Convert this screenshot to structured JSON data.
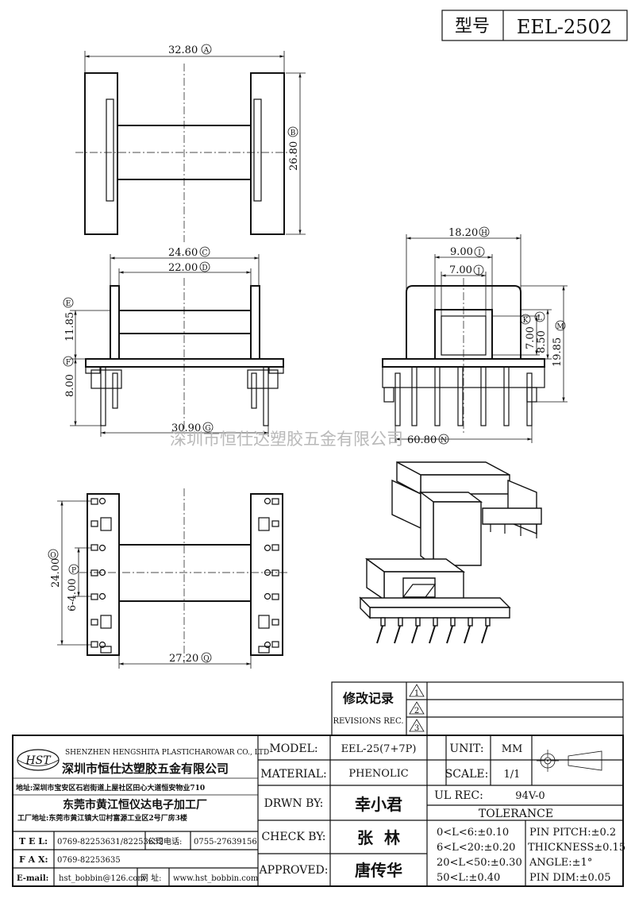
{
  "header": {
    "model_label": "型号",
    "model_value": "EEL-2502"
  },
  "dimensions": {
    "top_width": "32.80",
    "top_width_tag": "A",
    "top_height": "26.80",
    "top_height_tag": "B",
    "front_outer": "24.60",
    "front_outer_tag": "C",
    "front_inner": "22.00",
    "front_inner_tag": "D",
    "front_h1": "11.85",
    "front_h1_tag": "E",
    "front_h2": "8.00",
    "front_h2_tag": "F",
    "front_base": "30.90",
    "front_base_tag": "G",
    "side_outer": "18.20",
    "side_outer_tag": "H",
    "side_mid": "9.00",
    "side_mid_tag": "I",
    "side_inner": "7.00",
    "side_inner_tag": "J",
    "side_core_h": "7.00",
    "side_core_h_tag": "K",
    "side_h1": "8.50",
    "side_h1_tag": "L",
    "side_h2": "19.85",
    "side_h2_tag": "M",
    "side_base": "60.80",
    "side_base_tag": "N",
    "bottom_h_outer": "24.00",
    "bottom_h_outer_tag": "O",
    "bottom_h_pitch": "6-4.00",
    "bottom_h_pitch_tag": "P",
    "bottom_width": "27.20",
    "bottom_width_tag": "Q"
  },
  "watermark": "深圳市恒仕达塑胶五金有限公司",
  "revisions": {
    "title_cn": "修改记录",
    "title_en": "REVISIONS REC.",
    "marks": [
      "1",
      "2",
      "3"
    ]
  },
  "company": {
    "logo_text": "HST",
    "name_en": "SHENZHEN HENGSHITA PLASTICHAROWAR CO., LTD",
    "name_cn": "深圳市恒仕达塑胶五金有限公司",
    "address1": "地址:深圳市宝安区石岩街道上屋社区田心大道恒安物业710",
    "factory_cn": "东莞市黄江恒仪达电子加工厂",
    "address2": "工厂地址:东莞市黄江镇大冚村富源工业区2号厂房3楼",
    "tel_label": "T E L:",
    "tel_value": "0769-82253631/82253632",
    "company_tel_label": "公司电话:",
    "company_tel_value": "0755-27639156",
    "fax_label": "F A X:",
    "fax_value": "0769-82253635",
    "email_label": "E-mail:",
    "email_value": "hst_bobbin@126.com",
    "web_label": "网 址:",
    "web_value": "www.hst_bobbin.com"
  },
  "spec": {
    "model_label": "MODEL:",
    "model_value": "EEL-25(7+7P)",
    "unit_label": "UNIT:",
    "unit_value": "MM",
    "material_label": "MATERIAL:",
    "material_value": "PHENOLIC",
    "scale_label": "SCALE:",
    "scale_value": "1/1",
    "drawn_label": "DRWN BY:",
    "drawn_value": "幸小君",
    "ul_label": "UL REC:",
    "ul_value": "94V-0",
    "tolerance_label": "TOLERANCE",
    "check_label": "CHECK BY:",
    "check_value": "张  林",
    "approved_label": "APPROVED:",
    "approved_value": "唐传华",
    "tol_lines": [
      "0<L<6:±0.10",
      "6<L<20:±0.20",
      "20<L<50:±0.30",
      "50<L:±0.40"
    ],
    "tol_right": [
      "PIN PITCH:±0.2",
      "THICKNESS±0.15",
      "ANGLE:±1°",
      "PIN DIM:±0.05"
    ]
  }
}
